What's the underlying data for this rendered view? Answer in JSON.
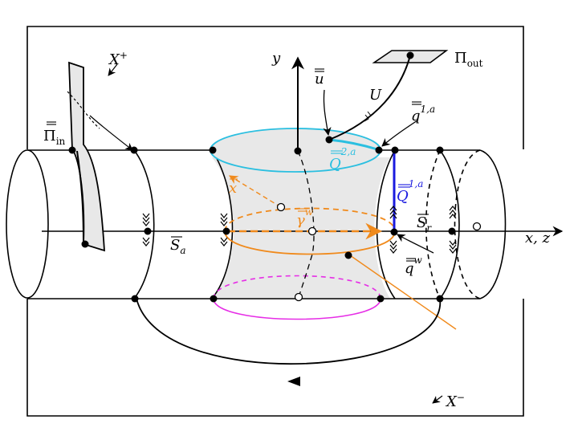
{
  "labels": {
    "x_plus": "X",
    "x_plus_sup": "+",
    "x_minus": "X",
    "x_minus_sup": "−",
    "pi_in": "Π",
    "pi_in_sub": "in",
    "pi_out": "Π",
    "pi_out_sub": "out",
    "y_axis": "y",
    "xz_axis": "x, z",
    "u_bar": "u",
    "U": "U",
    "q1a": "q",
    "q1a_sup": "1,a",
    "Q2a": "Q",
    "Q2a_sup": "2,a",
    "Q1a": "Q",
    "Q1a_sup": "1,a",
    "x_bar": "x",
    "gamma_w": "γ",
    "gamma_w_sup": "w",
    "S_a": "S",
    "S_a_sub": "a",
    "S_r": "S",
    "S_r_sub": "r",
    "q_w": "q",
    "q_w_sup": "w"
  },
  "colors": {
    "cyan": "#2bbfe0",
    "blue": "#1a1adf",
    "orange": "#f08a1c",
    "magenta": "#e62ee6",
    "shade": "#e6e6e6"
  }
}
